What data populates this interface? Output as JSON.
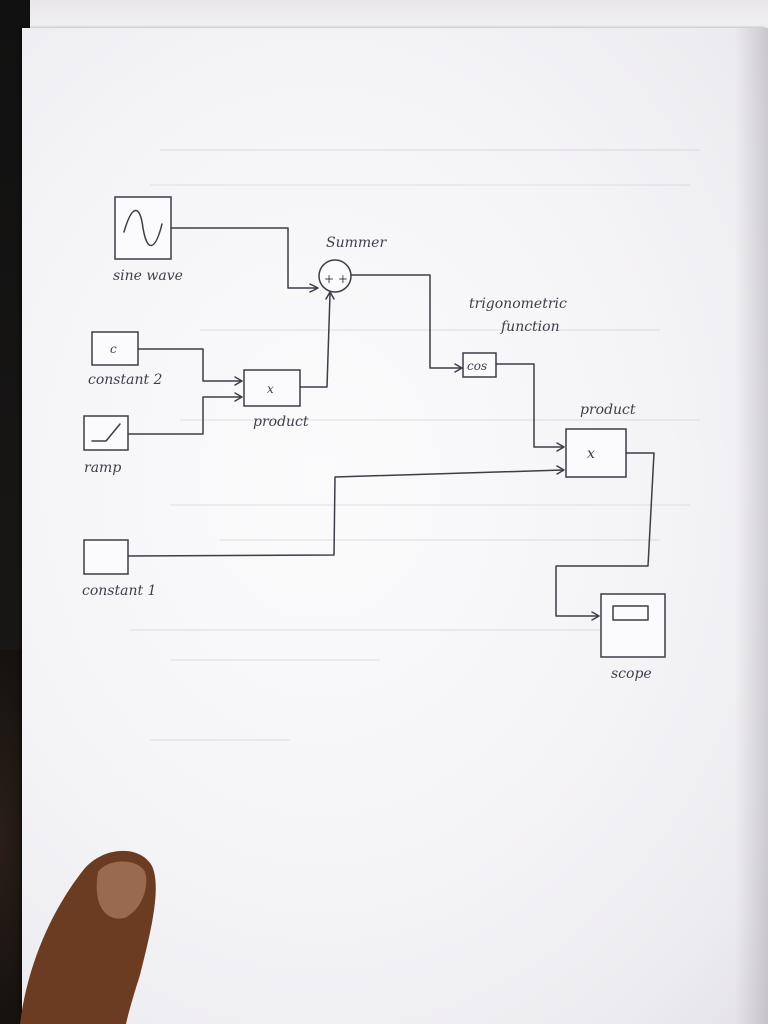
{
  "blocks": {
    "sine_wave": {
      "label": "sine wave"
    },
    "summer": {
      "label": "Summer",
      "signs": "+ +"
    },
    "constant2": {
      "label": "constant 2",
      "symbol": "c"
    },
    "product1": {
      "label": "product",
      "symbol": "x"
    },
    "ramp": {
      "label": "ramp"
    },
    "trig": {
      "label_line1": "trigonometric",
      "label_line2": "function",
      "symbol": "cos"
    },
    "product2": {
      "label": "product",
      "symbol": "x"
    },
    "constant1": {
      "label": "constant 1"
    },
    "scope": {
      "label": "scope"
    }
  },
  "ink_color": "#3d3d48",
  "paper_color": "#f6f5f8"
}
